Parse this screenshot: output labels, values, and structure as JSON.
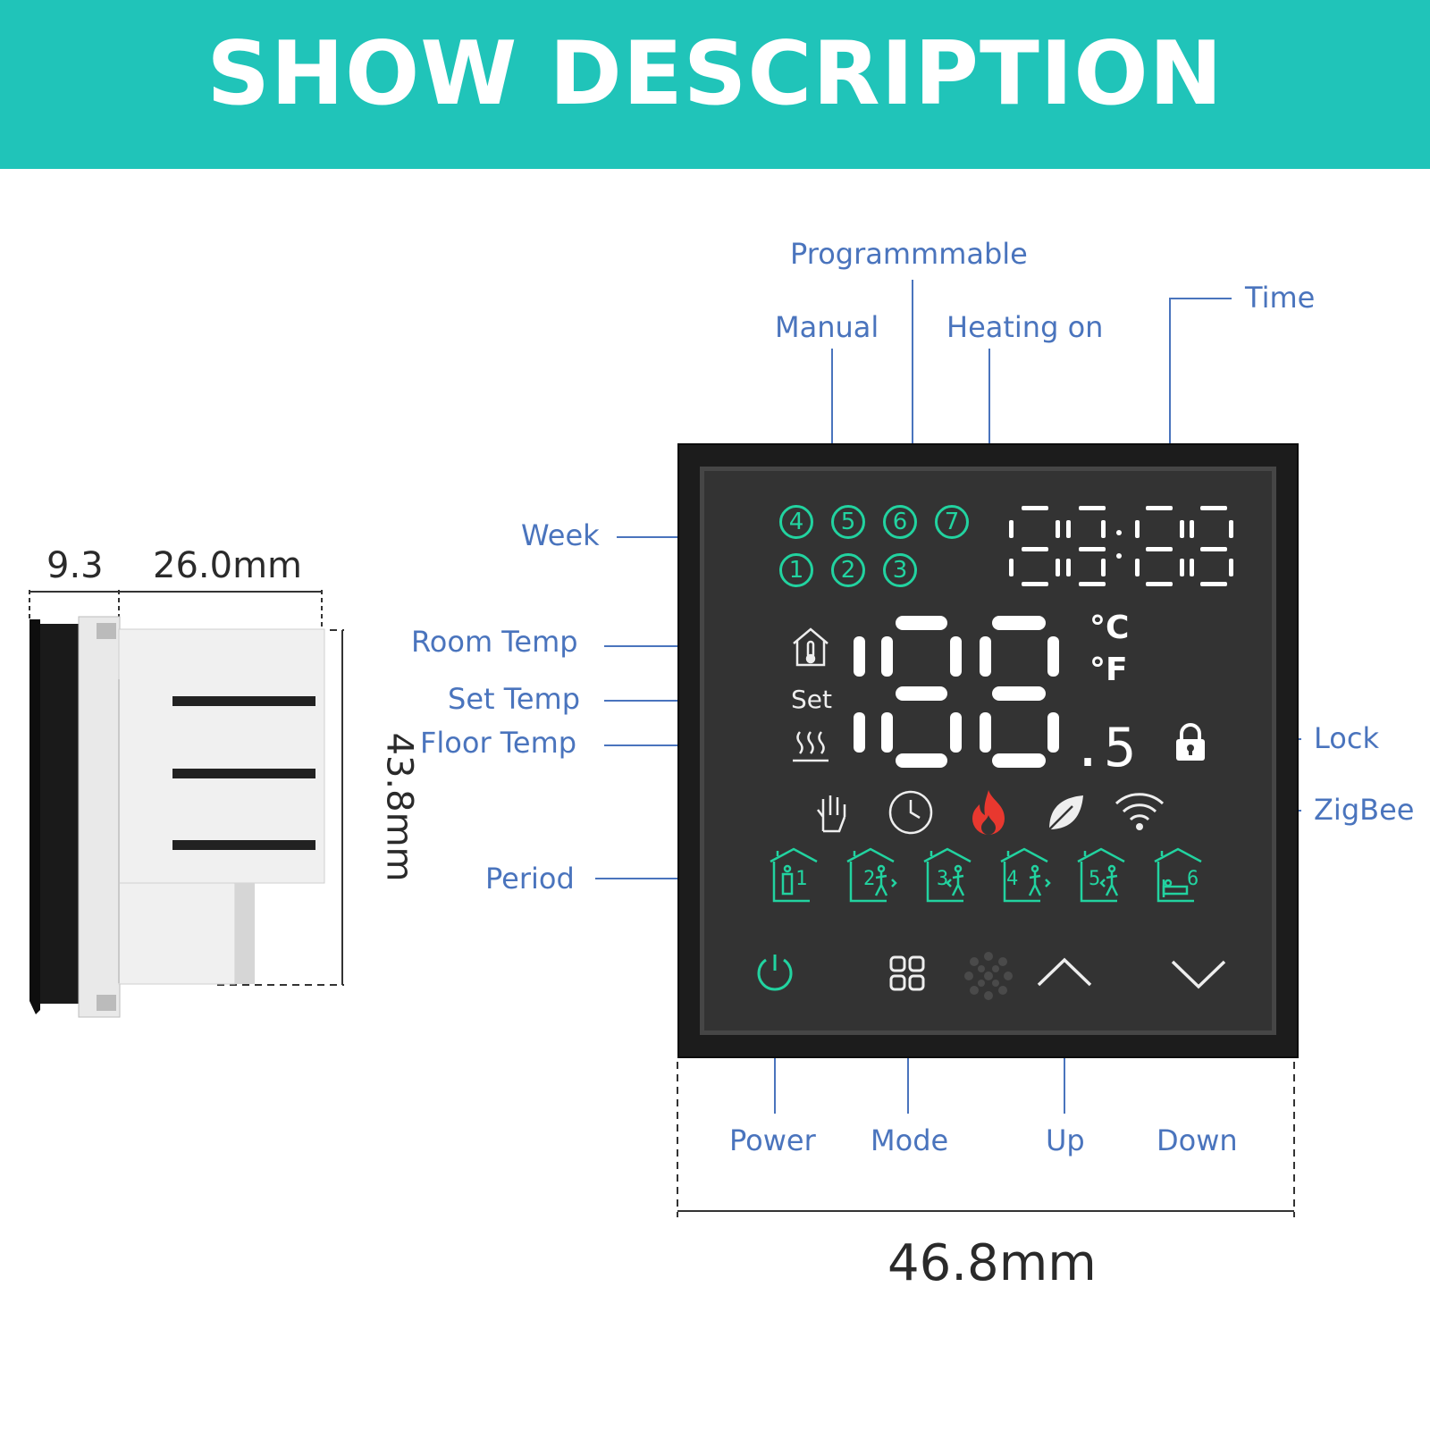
{
  "header": {
    "title": "SHOW DESCRIPTION"
  },
  "callouts": {
    "programmable": "Programmmable",
    "manual": "Manual",
    "heating_on": "Heating on",
    "time": "Time",
    "week": "Week",
    "room_temp": "Room Temp",
    "set_temp": "Set Temp",
    "floor_temp": "Floor Temp",
    "period": "Period",
    "lock": "Lock",
    "zigbee": "ZigBee",
    "power": "Power",
    "mode": "Mode",
    "up": "Up",
    "down": "Down"
  },
  "dimensions": {
    "depth_front": "9.3",
    "depth_body": "26.0mm",
    "height": "43.8mm",
    "width": "46.8mm"
  },
  "display": {
    "week_days_top": [
      "4",
      "5",
      "6",
      "7"
    ],
    "week_days_bottom": [
      "1",
      "2",
      "3"
    ],
    "set_label": "Set",
    "unit_c": "°C",
    "unit_f": "°F",
    "decimal": ".5",
    "periods": [
      "1",
      "2",
      "3",
      "4",
      "5",
      "6"
    ]
  },
  "colors": {
    "banner": "#20c4b9",
    "callout_text": "#4a74bd",
    "display_green": "#22d3a0",
    "flame_red": "#e8382f",
    "panel": "#1c1c1c"
  },
  "icons": [
    "house-thermometer-icon",
    "floor-heating-icon",
    "hand-manual-icon",
    "clock-icon",
    "flame-icon",
    "leaf-icon",
    "wifi-icon",
    "lock-icon",
    "power-icon",
    "mode-grid-icon",
    "up-chevron-icon",
    "down-chevron-icon"
  ]
}
